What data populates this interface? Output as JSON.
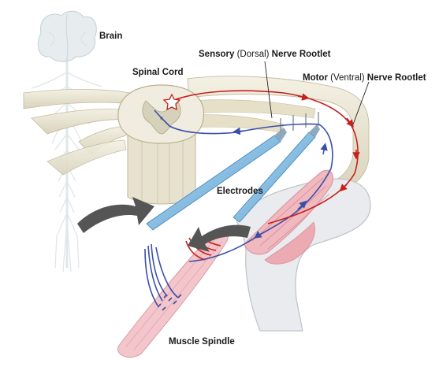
{
  "labels": {
    "brain": "Brain",
    "spinal_cord": "Spinal Cord",
    "sensory_bold1": "Sensory",
    "sensory_normal": " (Dorsal) ",
    "sensory_bold2": "Nerve Rootlet",
    "motor_bold1": "Motor",
    "motor_normal": " (Ventral) ",
    "motor_bold2": "Nerve Rootlet",
    "electrodes": "Electrodes",
    "muscle_spindle": "Muscle Spindle"
  },
  "colors": {
    "sensory_nerve": "#3a4fa8",
    "motor_nerve": "#c8201c",
    "electrode": "#7fb8e0",
    "tissue": "#ece8d6",
    "muscle": "#f0b8bf",
    "arrow": "#555555"
  }
}
